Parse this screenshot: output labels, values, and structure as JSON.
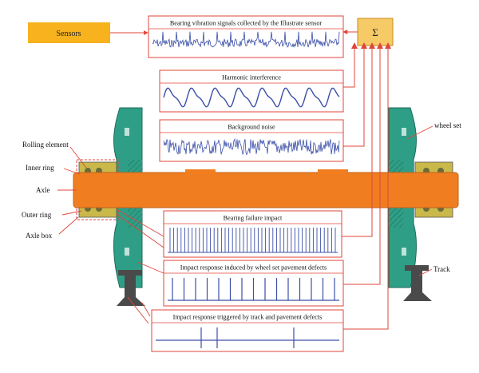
{
  "labels": {
    "sensors": "Sensors",
    "sum": "Σ",
    "rolling_element": "Rolling element",
    "inner_ring": "Inner ring",
    "axle": "Axle",
    "outer_ring": "Outer ring",
    "axle_box": "Axle box",
    "wheel_set": "wheel set",
    "track": "Track"
  },
  "panels": {
    "vibration": "Bearing vibration signals collected by the Illustrate sensor",
    "harmonic": "Harmonic interference",
    "noise": "Background noise",
    "failure": "Bearing failure impact",
    "wheel_defect": "Impact response induced by wheel set pavement defects",
    "track_defect": "Impact response triggered by track and pavement defects"
  },
  "colors": {
    "panel_border": "#e0463a",
    "signal": "#3b4fa8",
    "axle": "#f07e21",
    "wheel": "#2f9e86",
    "sensor_box": "#f7b21e",
    "sum_box": "#f5ca67",
    "rail": "#4a4a4a"
  }
}
